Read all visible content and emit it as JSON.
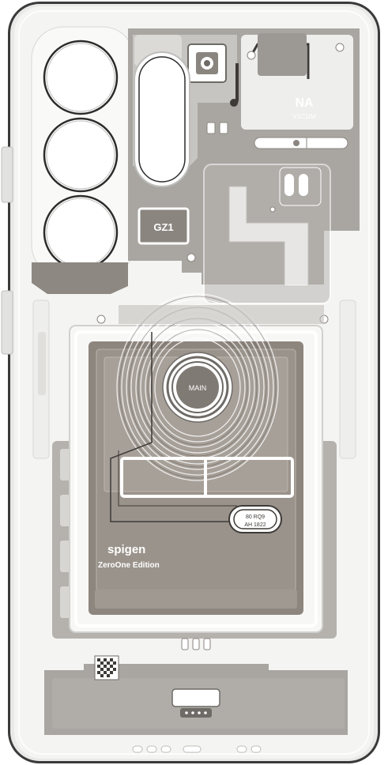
{
  "product": {
    "brand": "spigen",
    "edition": "ZeroOne Edition"
  },
  "labels": {
    "gz": "GZ1",
    "na": "NA",
    "na_sub": "V1C1IM",
    "main": "MAIN",
    "chip_line1": "80 RQ9",
    "chip_line2": "AH 1822"
  },
  "colors": {
    "case_bg": "#f4f4f3",
    "frame": "#2a2a2a",
    "board_gray": "#a9a6a2",
    "board_dark": "#7f7a74",
    "battery": "#8d867e",
    "battery_inner": "#9a938b",
    "white_part": "#fbfbfa",
    "line": "#c9c7c3"
  }
}
